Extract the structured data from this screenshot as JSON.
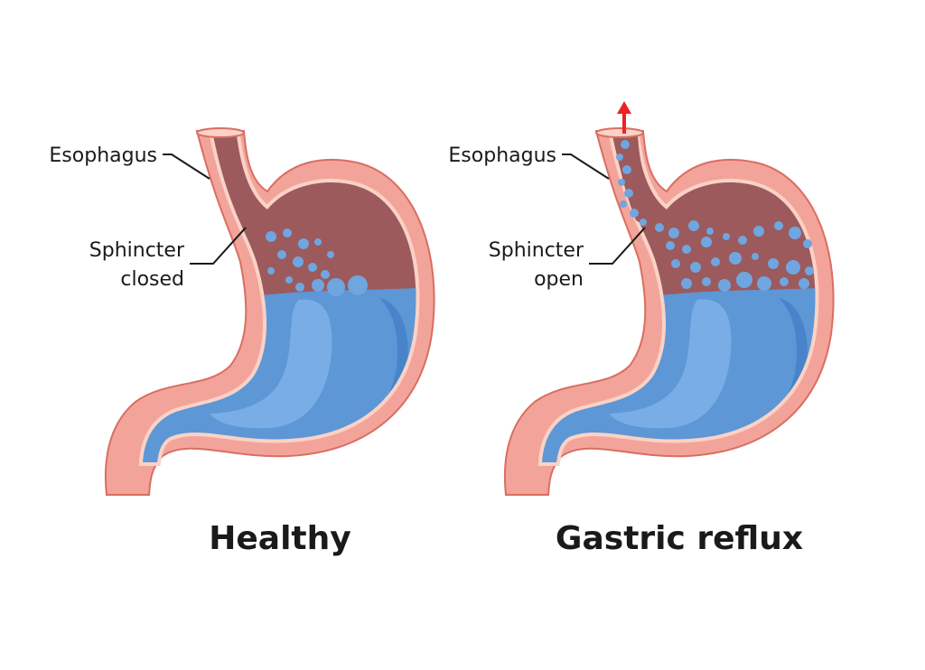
{
  "colors": {
    "wall": "#f3a49a",
    "wall_stroke": "#d96e62",
    "lining": "#fad2c6",
    "gas": "#9c5a5c",
    "bubble": "#6fa6e0",
    "fluid": "#5d97d6",
    "fluid_dark": "#3f7cc4",
    "fluid_light": "#7fb3e8",
    "arrow": "#ee2222",
    "line": "#1a1a1a"
  },
  "panels": [
    {
      "id": "healthy",
      "esophagus_label": "Esophagus",
      "sphincter_label": [
        "Sphincter",
        "closed"
      ],
      "caption": "Healthy",
      "sphincter_state": "closed"
    },
    {
      "id": "reflux",
      "esophagus_label": "Esophagus",
      "sphincter_label": [
        "Sphincter",
        "open"
      ],
      "caption": "Gastric reflux",
      "sphincter_state": "open"
    }
  ]
}
